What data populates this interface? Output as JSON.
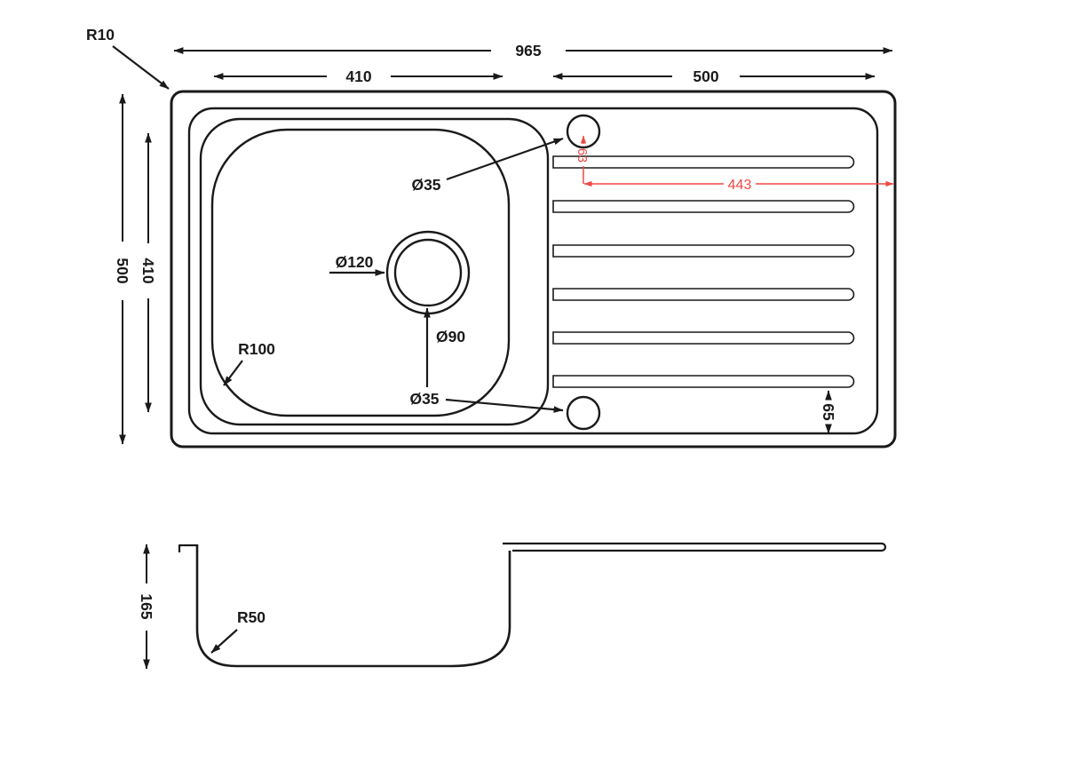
{
  "colors": {
    "line": "#1a1a1a",
    "accent_red": "#f04843",
    "background": "#ffffff"
  },
  "plan": {
    "width_overall": "965",
    "width_bowl": "410",
    "width_drainer": "500",
    "depth_overall": "500",
    "depth_bowl": "410",
    "corner_radius": "R10",
    "bowl_corner_radius": "R100",
    "hole_top": "Ø35",
    "hole_bottom": "Ø35",
    "waste_outer": "Ø120",
    "waste_inner": "Ø90",
    "groove_edge_gap": "65",
    "hole_offset_vertical": "63",
    "hole_offset_horizontal": "443"
  },
  "section": {
    "bowl_depth": "165",
    "base_radius": "R50"
  }
}
